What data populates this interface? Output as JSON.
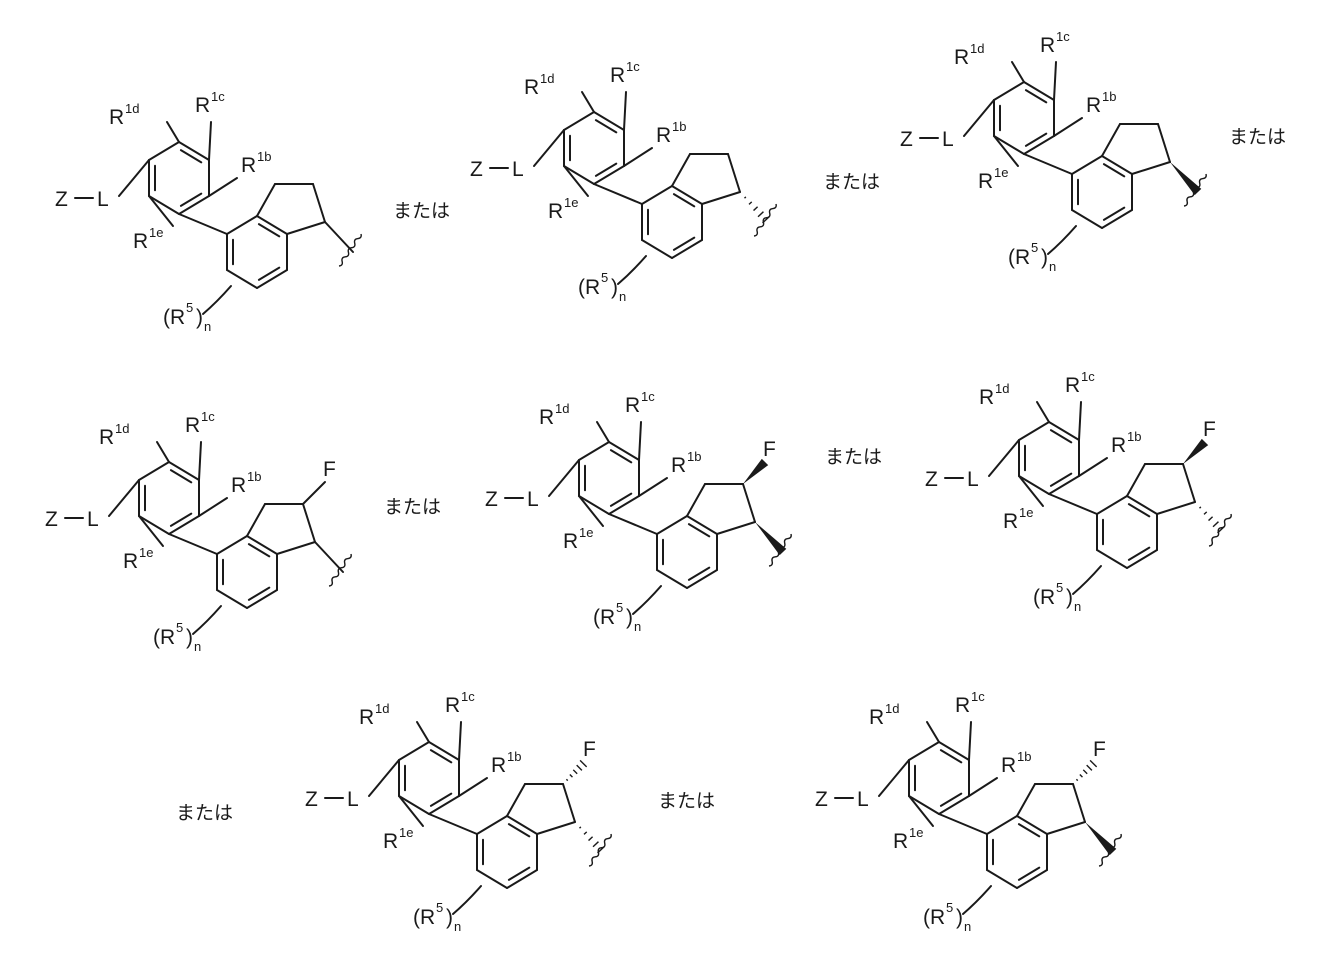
{
  "figure": {
    "connector": "または",
    "structures": [
      {
        "id": "s1",
        "z": "Z",
        "l": "L",
        "r": "R",
        "r1b_sup": "1b",
        "r1c_sup": "1c",
        "r1d_sup": "1d",
        "r1e_sup": "1e",
        "r5_open": "(R",
        "r5_sup": "5",
        "r5_close": ")",
        "r5_sub": "n",
        "fluorine": "",
        "ring_stereo": "plain",
        "fluoro_stereo": "none"
      },
      {
        "id": "s2",
        "z": "Z",
        "l": "L",
        "r": "R",
        "r1b_sup": "1b",
        "r1c_sup": "1c",
        "r1d_sup": "1d",
        "r1e_sup": "1e",
        "r5_open": "(R",
        "r5_sup": "5",
        "r5_close": ")",
        "r5_sub": "n",
        "fluorine": "",
        "ring_stereo": "hashed",
        "fluoro_stereo": "none"
      },
      {
        "id": "s3",
        "z": "Z",
        "l": "L",
        "r": "R",
        "r1b_sup": "1b",
        "r1c_sup": "1c",
        "r1d_sup": "1d",
        "r1e_sup": "1e",
        "r5_open": "(R",
        "r5_sup": "5",
        "r5_close": ")",
        "r5_sub": "n",
        "fluorine": "",
        "ring_stereo": "wedge",
        "fluoro_stereo": "none"
      },
      {
        "id": "s4",
        "z": "Z",
        "l": "L",
        "r": "R",
        "r1b_sup": "1b",
        "r1c_sup": "1c",
        "r1d_sup": "1d",
        "r1e_sup": "1e",
        "r5_open": "(R",
        "r5_sup": "5",
        "r5_close": ")",
        "r5_sub": "n",
        "fluorine": "F",
        "ring_stereo": "plain",
        "fluoro_stereo": "plain"
      },
      {
        "id": "s5",
        "z": "Z",
        "l": "L",
        "r": "R",
        "r1b_sup": "1b",
        "r1c_sup": "1c",
        "r1d_sup": "1d",
        "r1e_sup": "1e",
        "r5_open": "(R",
        "r5_sup": "5",
        "r5_close": ")",
        "r5_sub": "n",
        "fluorine": "F",
        "ring_stereo": "wedge",
        "fluoro_stereo": "wedge"
      },
      {
        "id": "s6",
        "z": "Z",
        "l": "L",
        "r": "R",
        "r1b_sup": "1b",
        "r1c_sup": "1c",
        "r1d_sup": "1d",
        "r1e_sup": "1e",
        "r5_open": "(R",
        "r5_sup": "5",
        "r5_close": ")",
        "r5_sub": "n",
        "fluorine": "F",
        "ring_stereo": "hashed",
        "fluoro_stereo": "wedge"
      },
      {
        "id": "s7",
        "z": "Z",
        "l": "L",
        "r": "R",
        "r1b_sup": "1b",
        "r1c_sup": "1c",
        "r1d_sup": "1d",
        "r1e_sup": "1e",
        "r5_open": "(R",
        "r5_sup": "5",
        "r5_close": ")",
        "r5_sub": "n",
        "fluorine": "F",
        "ring_stereo": "hashed",
        "fluoro_stereo": "hashed"
      },
      {
        "id": "s8",
        "z": "Z",
        "l": "L",
        "r": "R",
        "r1b_sup": "1b",
        "r1c_sup": "1c",
        "r1d_sup": "1d",
        "r1e_sup": "1e",
        "r5_open": "(R",
        "r5_sup": "5",
        "r5_close": ")",
        "r5_sub": "n",
        "fluorine": "F",
        "ring_stereo": "wedge",
        "fluoro_stereo": "hashed"
      }
    ]
  }
}
